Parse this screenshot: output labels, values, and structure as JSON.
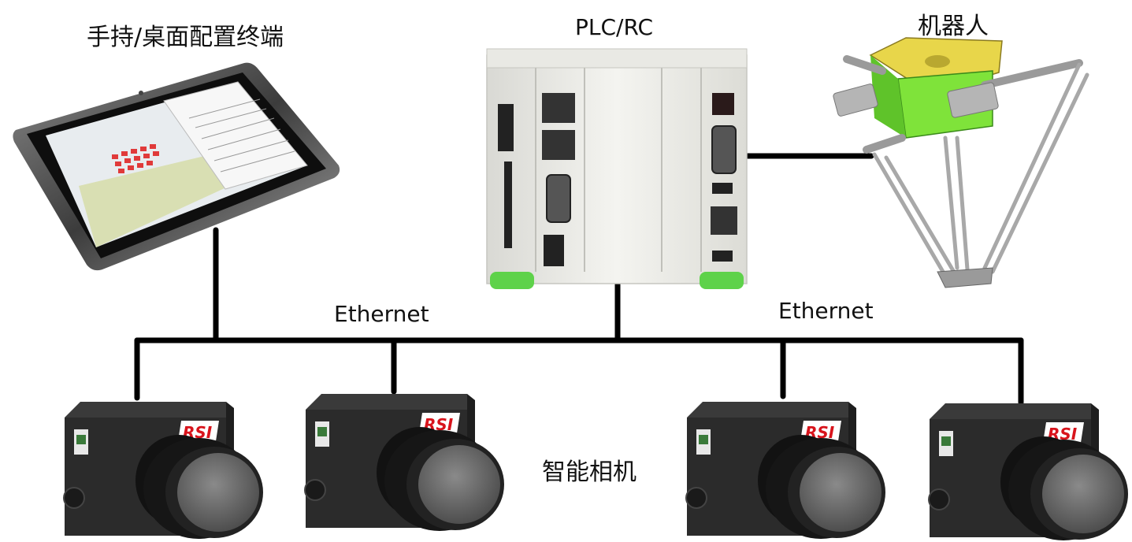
{
  "labels": {
    "terminal": "手持/桌面配置终端",
    "plc": "PLC/RC",
    "robot": "机器人",
    "ethernet_left": "Ethernet",
    "ethernet_right": "Ethernet",
    "cameras": "智能相机"
  },
  "camera_brand": "RSI",
  "colors": {
    "wire": "#000000",
    "plc_body": "#ecece8",
    "plc_feet": "#5ed24a",
    "robot_base": "#7fe33a",
    "robot_plate": "#e8d64a",
    "robot_arms": "#b8b8b8",
    "camera_body": "#2b2b2b",
    "lens": "#1a1a1a",
    "lens_glass": "#6a6a6a",
    "brand_red": "#d8141c",
    "tablet_frame": "#5b5b5b",
    "tablet_screen_bg": "#e8ecef"
  }
}
